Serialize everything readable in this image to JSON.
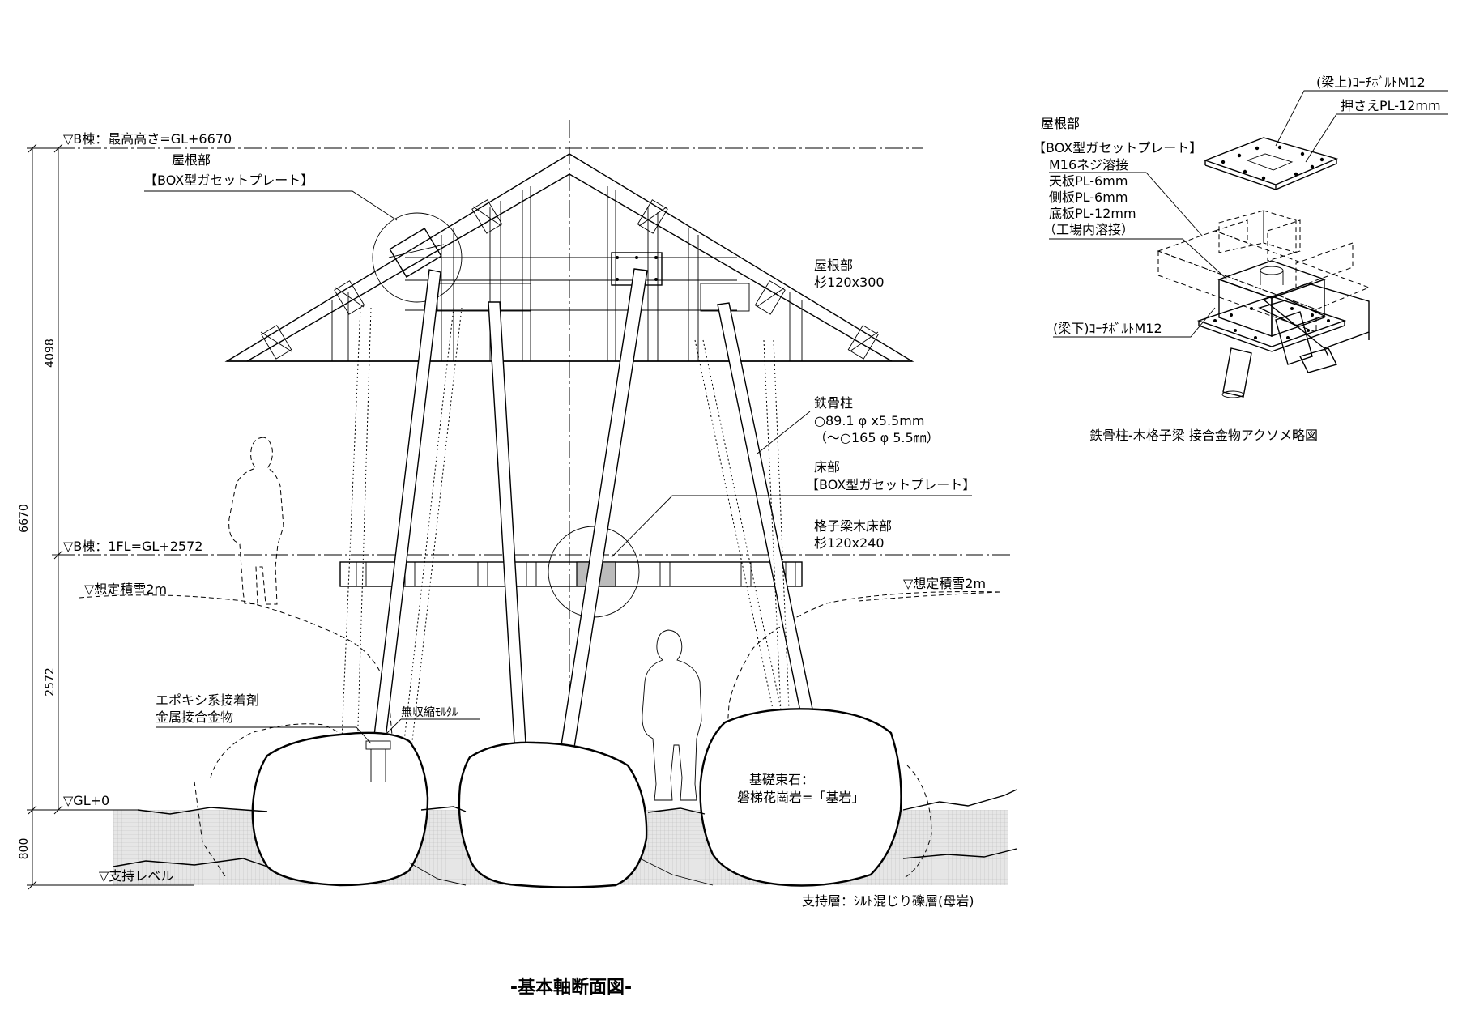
{
  "levels": {
    "top": "▽B棟：最高高さ=GL+6670",
    "floor": "▽B棟：1FL=GL+2572",
    "snow_left": "▽想定積雪2m",
    "snow_right": "▽想定積雪2m",
    "gl": "▽GL+0",
    "support": "▽支持レベル"
  },
  "dimensions": {
    "total": "6670",
    "upper": "4098",
    "lower": "2572",
    "below": "800"
  },
  "section_labels": {
    "roof_gusset_1": "屋根部",
    "roof_gusset_2": "【BOX型ガセットプレート】",
    "roof_member_1": "屋根部",
    "roof_member_2": "杉120x300",
    "steel_col_1": "鉄骨柱",
    "steel_col_2": "○89.1 φ x5.5mm",
    "steel_col_3": "（～○165 φ 5.5㎜）",
    "floor_gusset_1": "床部",
    "floor_gusset_2": "【BOX型ガセットプレート】",
    "floor_member_1": "格子梁木床部",
    "floor_member_2": "杉120x240",
    "epoxy_1": "エポキシ系接着剤",
    "epoxy_2": "金属接合金物",
    "mortar": "無収縮ﾓﾙﾀﾙ",
    "foundation_1": "基礎束石：",
    "foundation_2": "磐梯花崗岩=「基岩」",
    "support_layer": "支持層：ｼﾙﾄ混じり礫層(母岩)"
  },
  "section_title": "-基本軸断面図-",
  "axo": {
    "roof_1": "屋根部",
    "roof_2": "【BOX型ガセットプレート】",
    "spec_1": "M16ネジ溶接",
    "spec_2": "天板PL-6mm",
    "spec_3": "側板PL-6mm",
    "spec_4": "底板PL-12mm",
    "spec_5": "（工場内溶接）",
    "bolt_top": "(梁上)ｺｰﾁﾎﾞﾙﾄM12",
    "press_plate": "押さえPL-12mm",
    "bolt_bottom": "(梁下)ｺｰﾁﾎﾞﾙﾄM12",
    "title": "鉄骨柱-木格子梁 接合金物アクソメ略図"
  },
  "colors": {
    "line": "#000000",
    "ground_fill": "#e6e6e6",
    "ground_grid": "#bdbdbd"
  }
}
